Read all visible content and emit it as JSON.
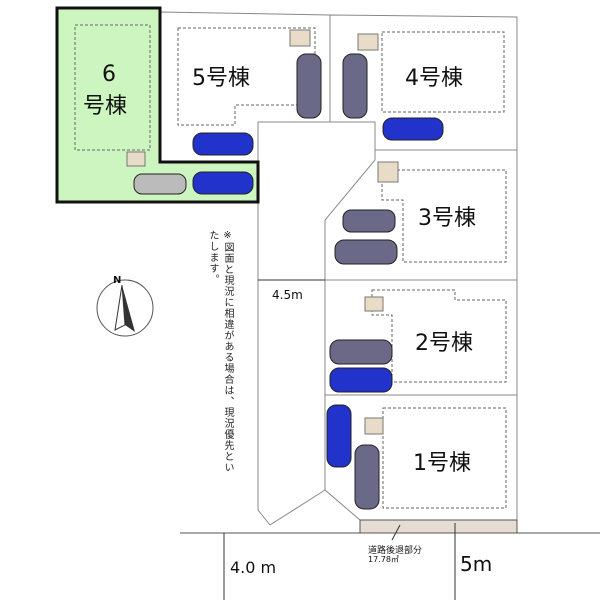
{
  "lots": [
    {
      "id": "6",
      "label_line1": "6",
      "label_line2": "号棟",
      "highlight_color": "#ccf5c0"
    },
    {
      "id": "5",
      "label": "5号棟"
    },
    {
      "id": "4",
      "label": "4号棟"
    },
    {
      "id": "3",
      "label": "3号棟"
    },
    {
      "id": "2",
      "label": "2号棟"
    },
    {
      "id": "1",
      "label": "1号棟"
    }
  ],
  "road_width_private": "4.5m",
  "road_width_left": "4.0 m",
  "road_width_right": "5m",
  "setback_label": "道路後退部分",
  "setback_area": "17.78㎡",
  "compass_label": "N",
  "note": "※図面と現況に相違がある場合は、現況優先といたします。"
}
